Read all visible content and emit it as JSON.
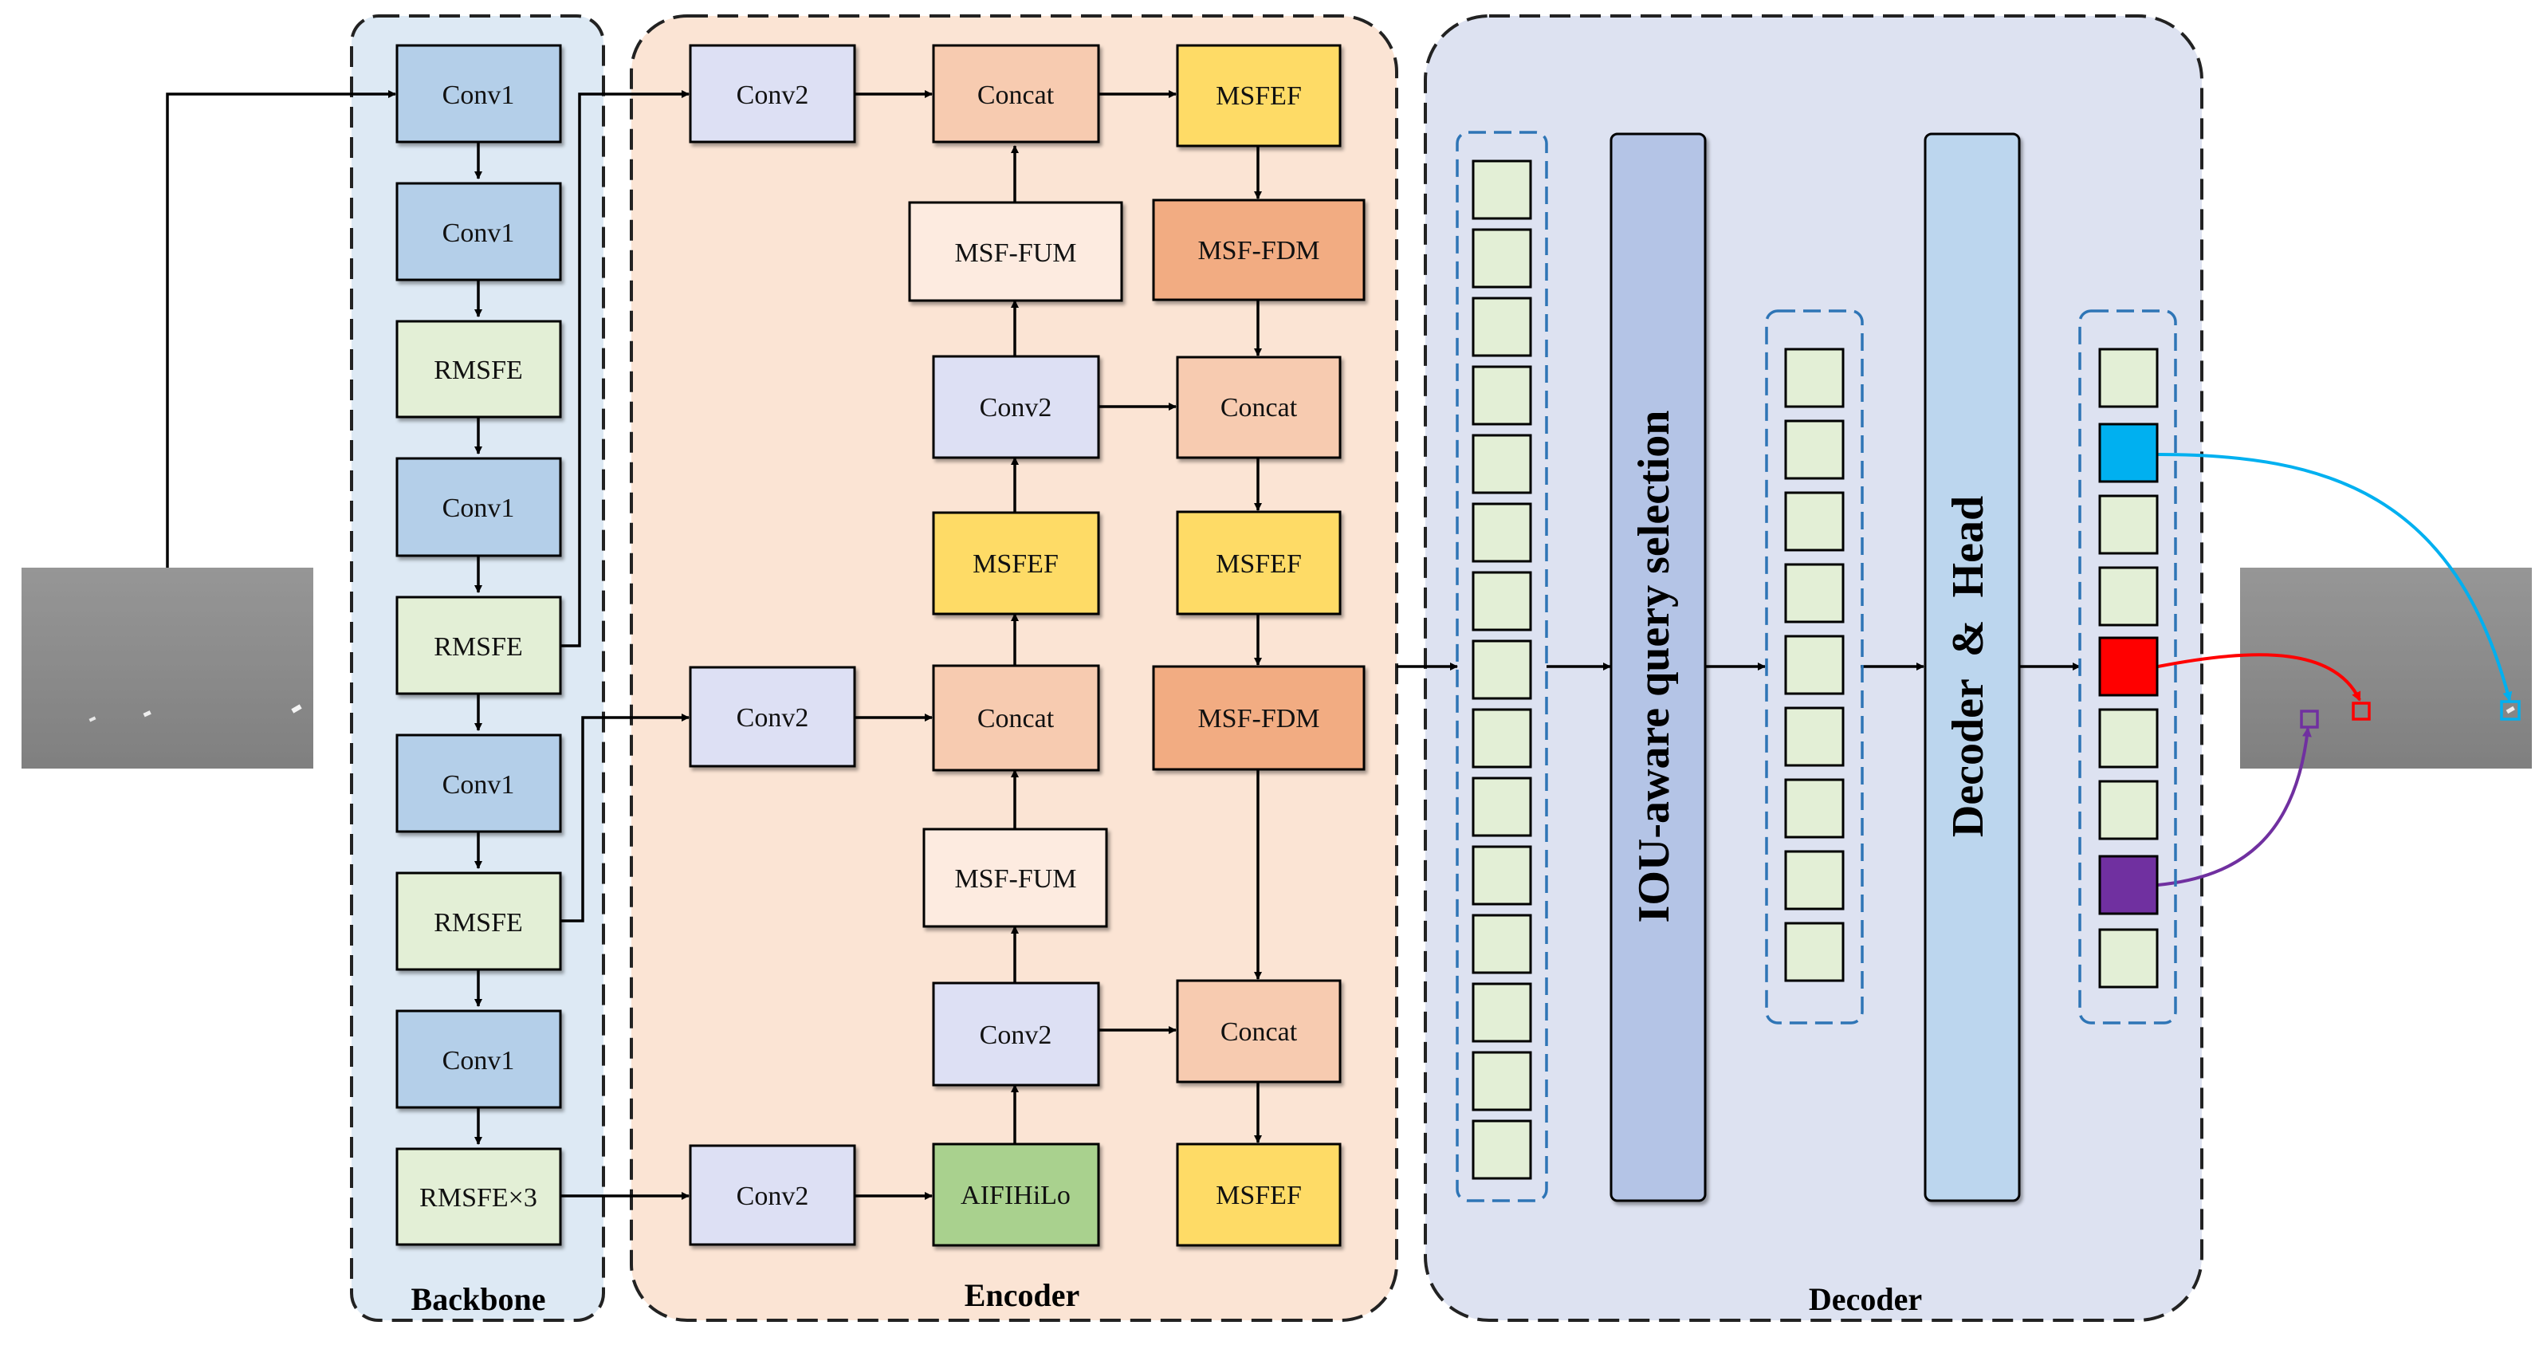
{
  "panels": {
    "backbone": "Backbone",
    "encoder": "Encoder",
    "decoder": "Decoder"
  },
  "backbone_nodes": [
    "Conv1",
    "Conv1",
    "RMSFE",
    "Conv1",
    "RMSFE",
    "Conv1",
    "RMSFE",
    "Conv1",
    "RMSFE×3"
  ],
  "encoder_nodes": {
    "conv2_top": "Conv2",
    "concat_top": "Concat",
    "msfef_top": "MSFEF",
    "msf_fum_upper": "MSF-FUM",
    "msf_fdm_upper": "MSF-FDM",
    "conv2_upper_mid": "Conv2",
    "concat_upper_mid": "Concat",
    "msfef_left_mid": "MSFEF",
    "msfef_right_mid": "MSFEF",
    "conv2_mid": "Conv2",
    "concat_mid": "Concat",
    "msf_fdm_lower": "MSF-FDM",
    "msf_fum_lower": "MSF-FUM",
    "conv2_lower_mid": "Conv2",
    "concat_lower": "Concat",
    "conv2_bottom": "Conv2",
    "aifi": "AIFIHiLo",
    "msfef_bottom": "MSFEF"
  },
  "decoder_nodes": {
    "query_selection": "IOU-aware query selection",
    "decoder_head": "Decoder  &  Head"
  },
  "colors": {
    "backbone_panel": "#dde9f4",
    "encoder_panel": "#fbe4d4",
    "decoder_panel": "#dde2f1",
    "conv1": "#b4cfe9",
    "rmsfe": "#e3efd6",
    "conv2": "#dde0f4",
    "concat": "#f7cbb0",
    "msfef": "#fedb66",
    "msf_fum": "#fdebe0",
    "msf_fdm": "#f2ac82",
    "aifi": "#a9d18e",
    "token": "#e3efd6",
    "query_block": "#b4c4e6",
    "decoder_block": "#bcd6ee",
    "token_blue": "#00b0f0",
    "token_red": "#ff0000",
    "token_purple": "#7030a0",
    "dash_blue": "#2e75b6"
  }
}
